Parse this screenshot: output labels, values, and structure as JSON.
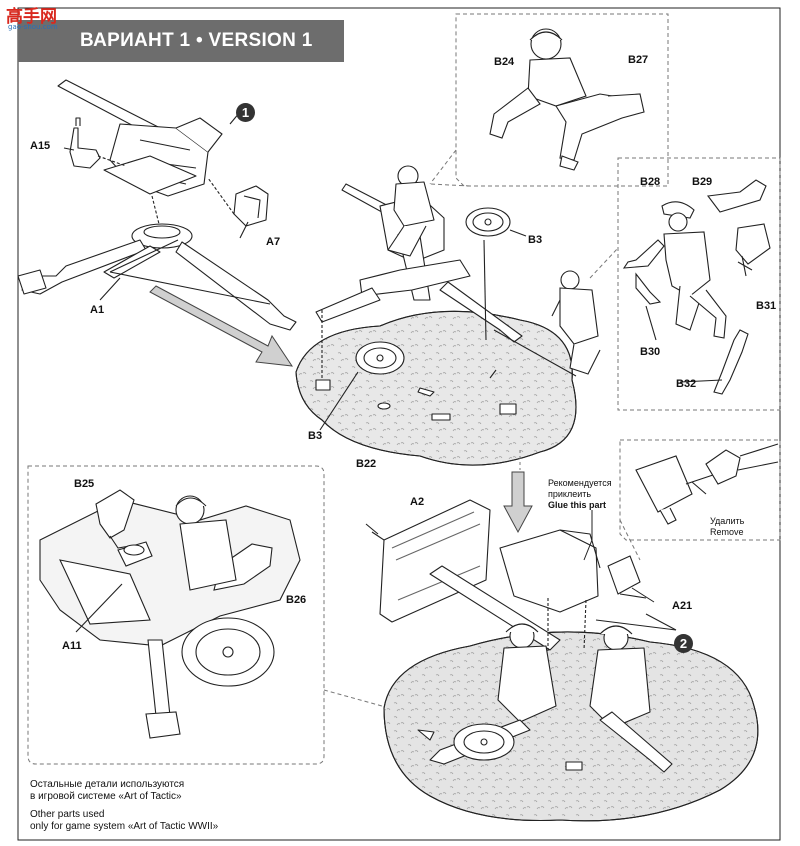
{
  "banner": {
    "title": "ВАРИАНТ 1 • VERSION 1"
  },
  "logo": {
    "text": "高手网",
    "domain": "gao-shou.com"
  },
  "steps": {
    "step1": "1",
    "step2": "2"
  },
  "parts": {
    "a15": "A15",
    "a7": "A7",
    "a1": "A1",
    "b24": "B24",
    "b27": "B27",
    "b3_top": "B3",
    "b3_bottom": "B3",
    "b28": "B28",
    "b29": "B29",
    "b31": "B31",
    "b30": "B30",
    "b32": "B32",
    "b22": "B22",
    "b25": "B25",
    "b26": "B26",
    "a11": "A11",
    "a2": "A2",
    "a21": "A21"
  },
  "notes": {
    "glue_ru_1": "Рекомендуется",
    "glue_ru_2": "приклеить",
    "glue_en": "Glue this part",
    "remove_ru": "Удалить",
    "remove_en": "Remove"
  },
  "footer": {
    "ru_1": "Остальные детали используются",
    "ru_2": "в игровой системе «Art of Tactic»",
    "en_1": "Other parts used",
    "en_2": "only for game system «Art of Tactic WWII»"
  }
}
